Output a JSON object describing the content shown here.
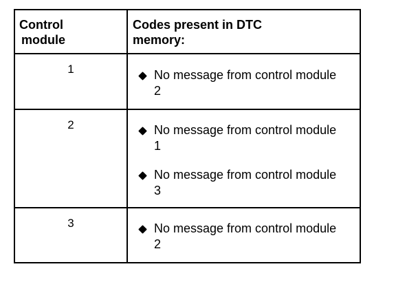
{
  "headers": {
    "col1_line1": "Control",
    "col1_line2": "module",
    "col2_line1": "Codes present in DTC",
    "col2_line2": "memory:"
  },
  "rows": [
    {
      "module": "1",
      "codes": [
        "No message from control module 2"
      ]
    },
    {
      "module": "2",
      "codes": [
        "No message from control module 1",
        "No message from control module 3"
      ]
    },
    {
      "module": "3",
      "codes": [
        "No message from control module 2"
      ]
    }
  ]
}
